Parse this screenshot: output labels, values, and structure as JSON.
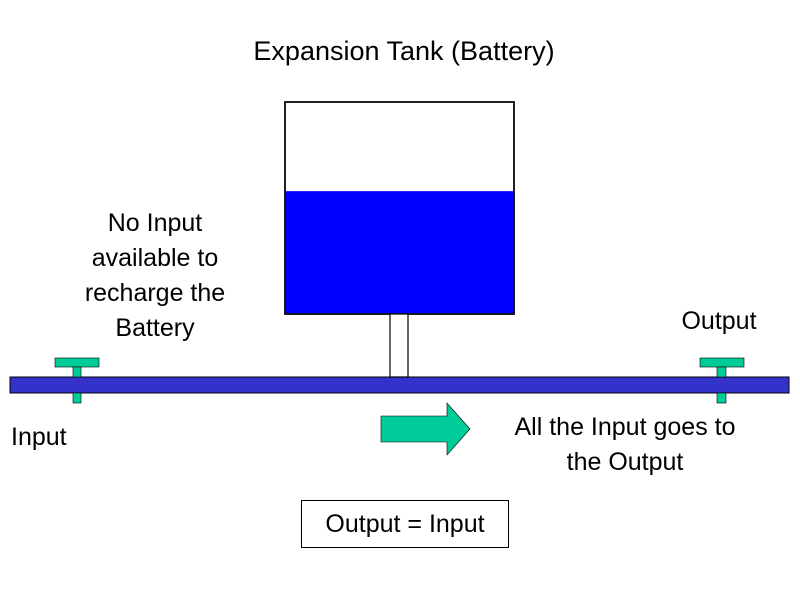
{
  "title": "Expansion Tank (Battery)",
  "labels": {
    "no_input_line1": "No Input",
    "no_input_line2": "available to",
    "no_input_line3": "recharge the",
    "no_input_line4": "Battery",
    "output": "Output",
    "input": "Input",
    "goes_to_line1": "All the Input goes to",
    "goes_to_line2": "the Output",
    "equation": "Output = Input"
  },
  "tank": {
    "fill_level": 0.58
  },
  "colors": {
    "pipe": "#3333cc",
    "water": "#0000ff",
    "valve": "#00cc99",
    "arrow": "#00cc99",
    "outline": "#000000"
  },
  "icons": {
    "flow_arrow": "right-arrow-icon",
    "input_valve": "valve-icon",
    "output_valve": "valve-icon"
  }
}
